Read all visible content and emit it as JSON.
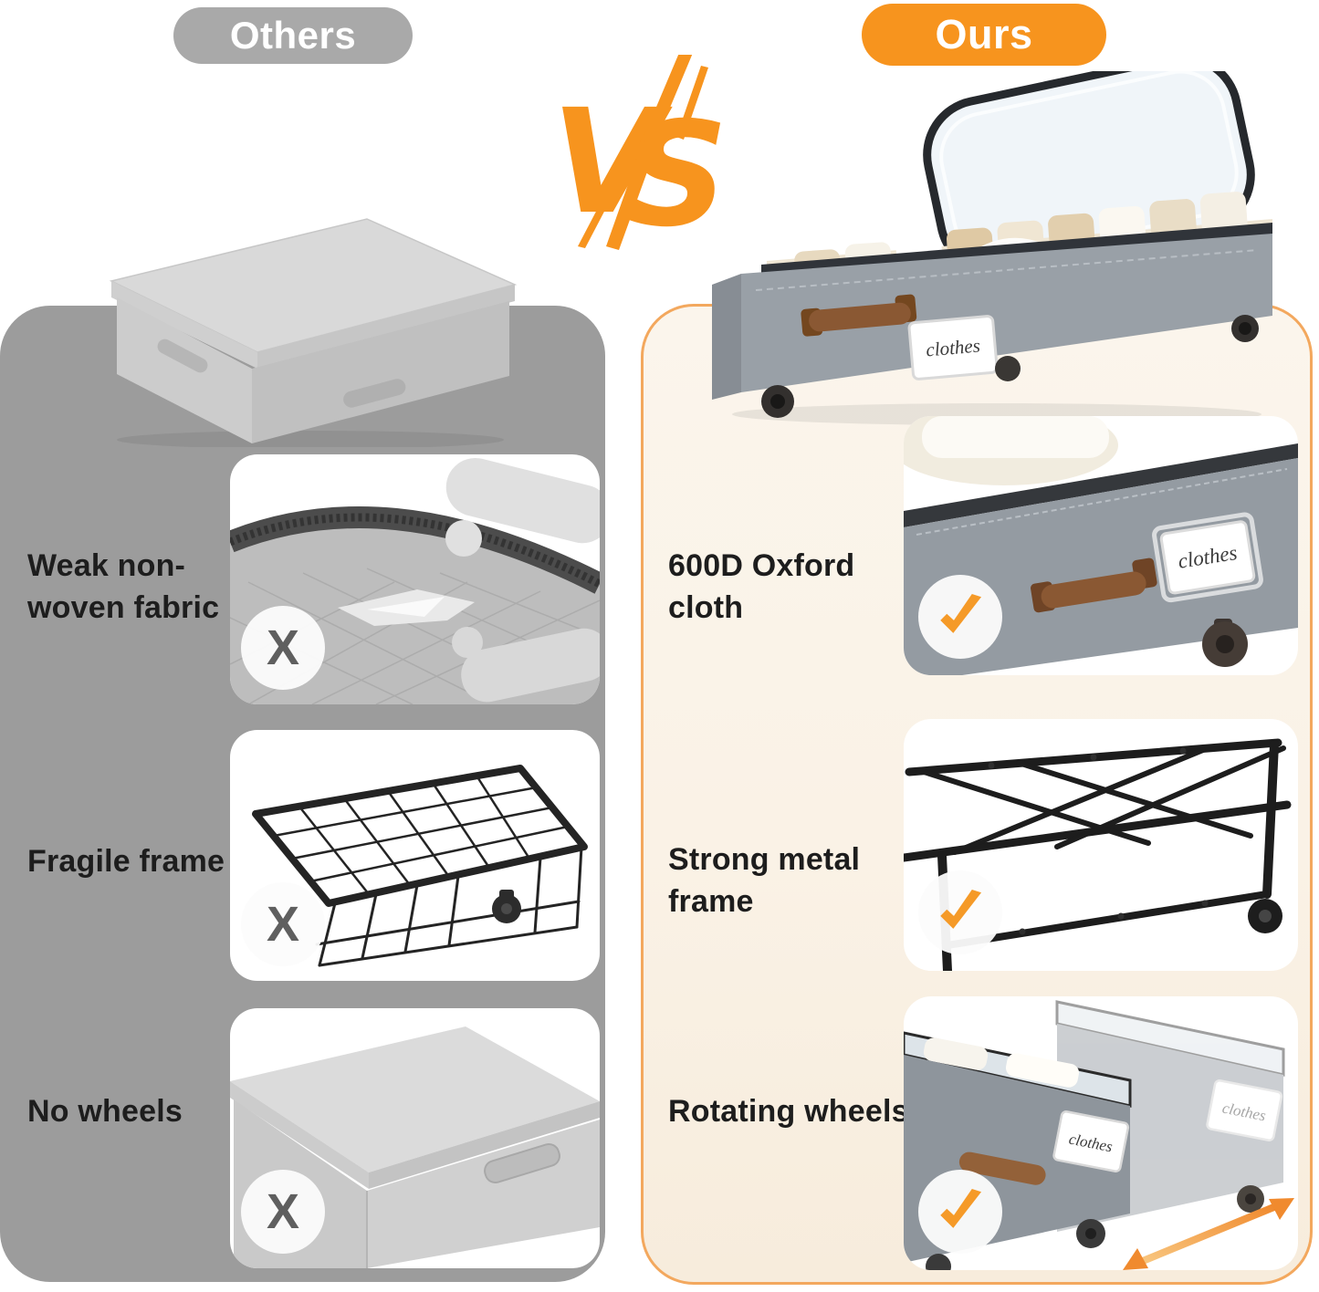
{
  "header": {
    "others_badge": "Others",
    "ours_badge": "Ours",
    "vs": {
      "v": "V",
      "s": "S"
    }
  },
  "colors": {
    "accent_orange": "#f7941e",
    "panel_gray": "#9c9c9c",
    "others_badge_gray": "#a9a9a9",
    "ours_panel_cream": "#faf3e9",
    "ours_panel_border": "#f3a85e",
    "x_mark_gray": "#5f5f5f"
  },
  "others": {
    "items": [
      {
        "label": "Weak non-woven fabric",
        "mark": "X"
      },
      {
        "label": "Fragile frame",
        "mark": "X"
      },
      {
        "label": "No wheels",
        "mark": "X"
      }
    ]
  },
  "ours": {
    "clothes_tag": "clothes",
    "items": [
      {
        "label": "600D Oxford cloth"
      },
      {
        "label": "Strong metal frame"
      },
      {
        "label": "Rotating wheels"
      }
    ]
  }
}
